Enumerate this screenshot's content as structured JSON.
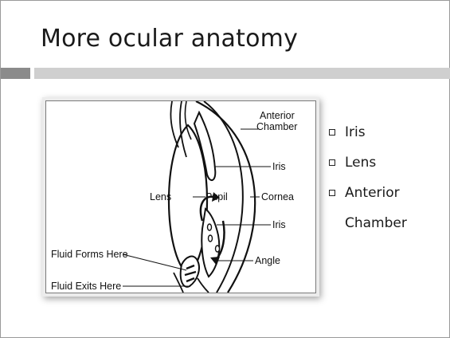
{
  "slide": {
    "title": "More ocular anatomy"
  },
  "diagram": {
    "labels": {
      "anterior_chamber_1": "Anterior",
      "anterior_chamber_2": "Chamber",
      "iris_top": "Iris",
      "lens": "Lens",
      "pupil": "Pupil",
      "cornea": "Cornea",
      "iris_bottom": "Iris",
      "fluid_forms": "Fluid Forms Here",
      "angle": "Angle",
      "fluid_exits": "Fluid Exits Here"
    }
  },
  "bullets": {
    "items": [
      "Iris",
      "Lens",
      "Anterior"
    ],
    "continuation": "Chamber",
    "marker_icon": "hollow-square-bullet-icon"
  },
  "colors": {
    "title_rule_dark": "#8b8b8b",
    "title_rule_light": "#cfcfcf"
  }
}
